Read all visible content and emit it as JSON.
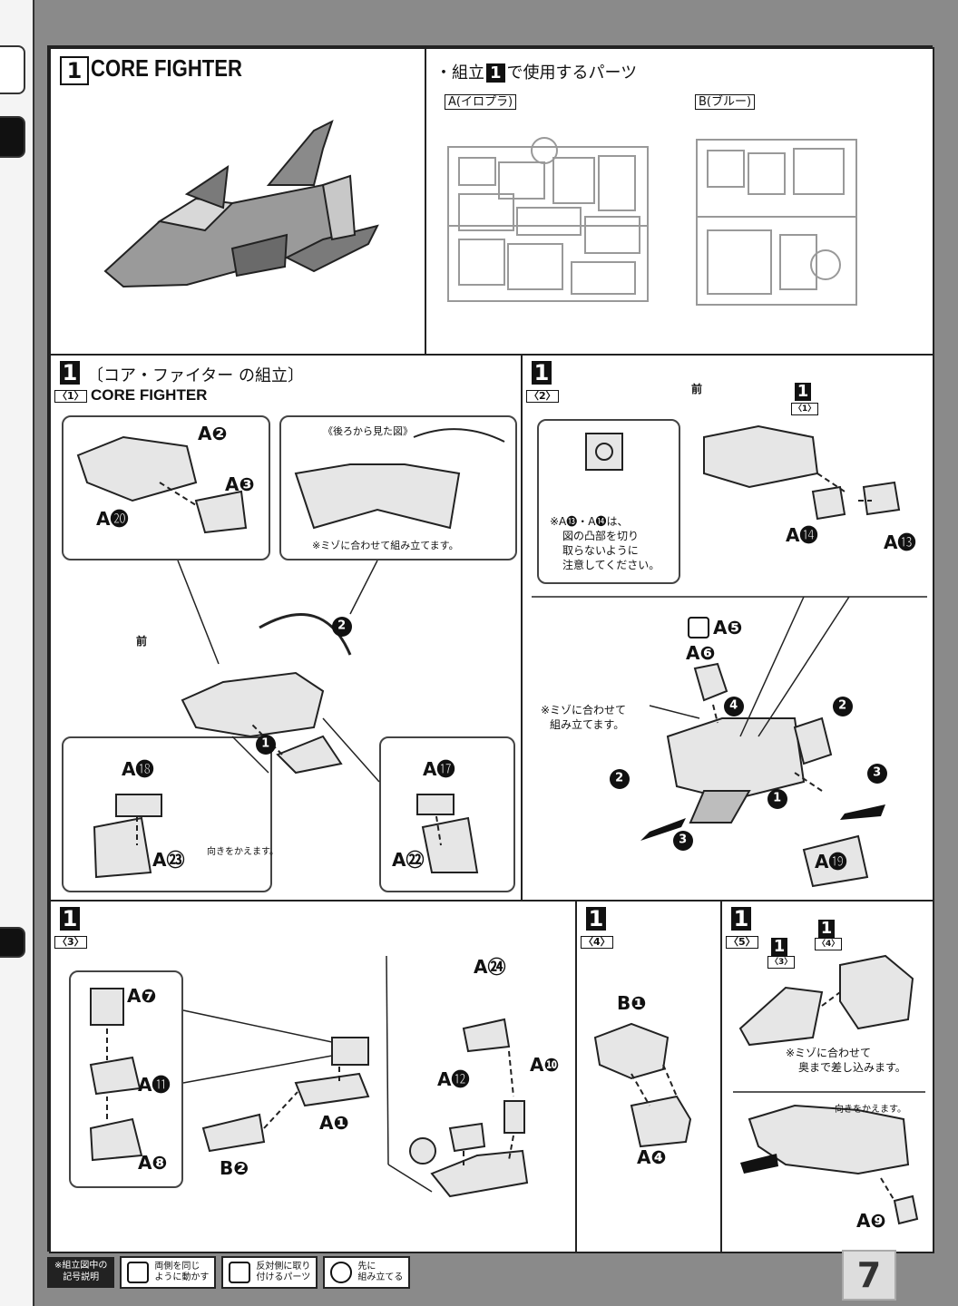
{
  "header": {
    "step_number": "1",
    "title": "CORE FIGHTER"
  },
  "parts": {
    "heading_prefix": "・組立",
    "heading_num": "1",
    "heading_suffix": "で使用するパーツ",
    "runner_a": "A(イロプラ)",
    "runner_b": "B(ブルー)"
  },
  "step1_1": {
    "num": "1",
    "title": "〔コア・ファイター の組立〕",
    "sub": "〈1〉",
    "subtitle": "CORE FIGHTER",
    "front": "前",
    "rear_view": "《後ろから見た図》",
    "groove_note": "※ミゾに合わせて組み立てます。",
    "turn_note": "向きをかえます。",
    "labels": [
      "A❷",
      "A❸",
      "A⓴",
      "A⓲",
      "A㉓",
      "A⓱",
      "A㉒"
    ],
    "circles": [
      "1",
      "2"
    ]
  },
  "step1_2": {
    "num": "1",
    "sub": "〈2〉",
    "front": "前",
    "ref_num": "1",
    "ref_sub": "〈1〉",
    "caution": [
      "※A⓭・A⓮は、",
      "図の凸部を切り",
      "取らないように",
      "注意してください。"
    ],
    "groove_note": [
      "※ミゾに合わせて",
      "組み立てます。"
    ],
    "labels": [
      "A⓮",
      "A⓭",
      "A❺",
      "A❻",
      "A⓳"
    ],
    "circles": [
      "1",
      "2",
      "2",
      "3",
      "3",
      "4"
    ]
  },
  "step1_3": {
    "num": "1",
    "sub": "〈3〉",
    "labels": [
      "A❼",
      "A⓫",
      "A❽",
      "A❶",
      "B❷",
      "A㉔",
      "A❿",
      "A⓬"
    ]
  },
  "step1_4": {
    "num": "1",
    "sub": "〈4〉",
    "labels": [
      "B❶",
      "A❹"
    ]
  },
  "step1_5": {
    "num": "1",
    "sub": "〈5〉",
    "ref3_num": "1",
    "ref3_sub": "〈3〉",
    "ref4_num": "1",
    "ref4_sub": "〈4〉",
    "groove_note": [
      "※ミゾに合わせて",
      "奥まで差し込みます。"
    ],
    "turn_note": "向きをかえます。",
    "labels": [
      "A❾"
    ]
  },
  "legend": {
    "title": [
      "※組立図中の",
      "記号説明"
    ],
    "items": [
      {
        "icon": "move-same-icon",
        "text": [
          "両側を同じ",
          "ように動かす"
        ]
      },
      {
        "icon": "mirror-parts-icon",
        "text": [
          "反対側に取り",
          "付けるパーツ"
        ]
      },
      {
        "icon": "assemble-first-icon",
        "text": [
          "先に",
          "組み立てる"
        ]
      }
    ]
  },
  "page_number": "7",
  "colors": {
    "ink": "#111111",
    "panel": "#ffffff",
    "background": "#8a8a8a",
    "tone": "#bdbdbd"
  }
}
